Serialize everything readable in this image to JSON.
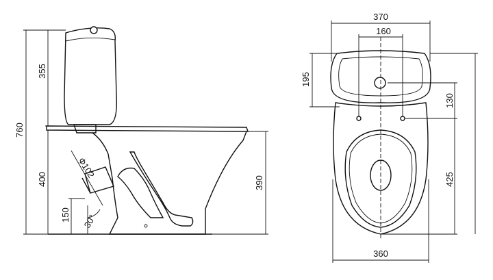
{
  "side_view": {
    "overall_height": "760",
    "tank_height": "355",
    "rim_height": "400",
    "outlet_height": "150",
    "outlet_diameter": "Ф102",
    "outlet_angle": "30°",
    "bowl_height": "390"
  },
  "top_view": {
    "tank_width": "370",
    "bolt_spacing": "160",
    "tank_depth": "195",
    "hole_offset": "130",
    "bowl_length": "425",
    "bowl_width": "360"
  }
}
